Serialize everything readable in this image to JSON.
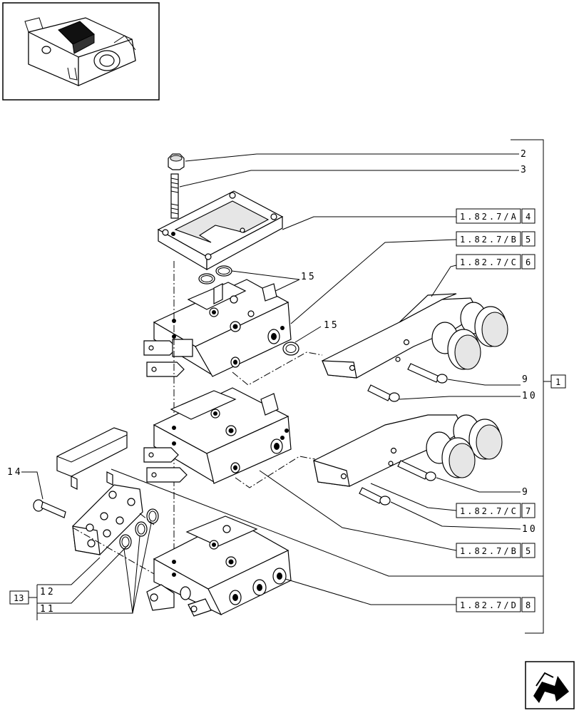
{
  "callouts": {
    "c1": "1",
    "c2": "2",
    "c3": "3",
    "c9a": "9",
    "c9b": "9",
    "c10a": "10",
    "c10b": "10",
    "c11": "11",
    "c12": "12",
    "c13": "13",
    "c14": "14",
    "c15a": "15",
    "c15b": "15"
  },
  "references": [
    {
      "code": "1.82.7/A",
      "num": "4"
    },
    {
      "code": "1.82.7/B",
      "num": "5"
    },
    {
      "code": "1.82.7/C",
      "num": "6"
    },
    {
      "code": "1.82.7/C",
      "num": "7"
    },
    {
      "code": "1.82.7/B",
      "num": "5"
    },
    {
      "code": "1.82.7/D",
      "num": "8"
    }
  ],
  "icons": {
    "thumbnail": "assembly-thumbnail-icon",
    "navigation": "next-page-arrow-icon"
  }
}
